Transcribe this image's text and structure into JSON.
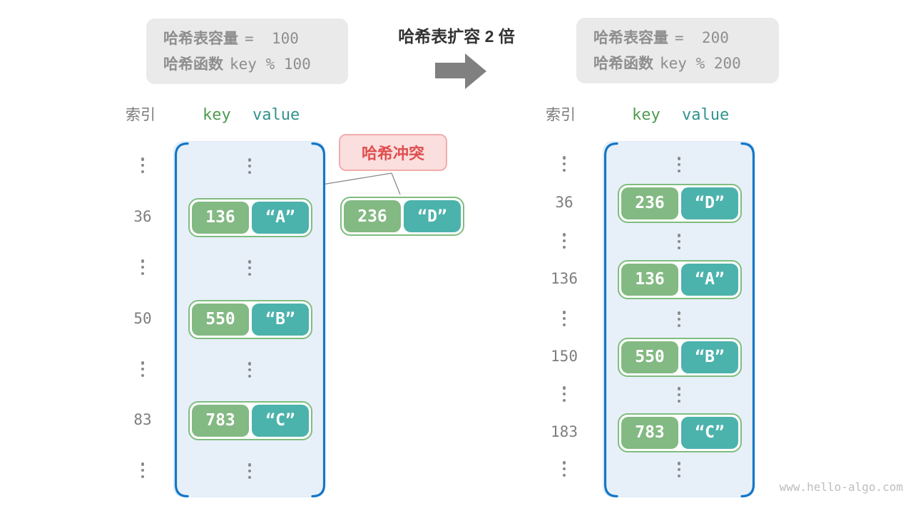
{
  "title": "哈希表扩容 2 倍",
  "watermark": "www.hello-algo.com",
  "info_left": {
    "capacity_label": "哈希表容量",
    "capacity_value": "=  100",
    "hash_fn_label": "哈希函数",
    "hash_fn_value": "key % 100"
  },
  "info_right": {
    "capacity_label": "哈希表容量",
    "capacity_value": "=  200",
    "hash_fn_label": "哈希函数",
    "hash_fn_value": "key % 200"
  },
  "collision_label": "哈希冲突",
  "collision_pair": {
    "key": "236",
    "value": "“D”"
  },
  "left_table": {
    "headers": {
      "index": "索引",
      "key": "key",
      "value": "value"
    },
    "rows": [
      {
        "type": "ellipsis"
      },
      {
        "type": "pair",
        "index": "36",
        "key": "136",
        "value": "“A”"
      },
      {
        "type": "ellipsis"
      },
      {
        "type": "pair",
        "index": "50",
        "key": "550",
        "value": "“B”"
      },
      {
        "type": "ellipsis"
      },
      {
        "type": "pair",
        "index": "83",
        "key": "783",
        "value": "“C”"
      },
      {
        "type": "ellipsis"
      }
    ]
  },
  "right_table": {
    "headers": {
      "index": "索引",
      "key": "key",
      "value": "value"
    },
    "rows": [
      {
        "type": "ellipsis"
      },
      {
        "type": "pair",
        "index": "36",
        "key": "236",
        "value": "“D”"
      },
      {
        "type": "ellipsis"
      },
      {
        "type": "pair",
        "index": "136",
        "key": "136",
        "value": "“A”"
      },
      {
        "type": "ellipsis"
      },
      {
        "type": "pair",
        "index": "150",
        "key": "550",
        "value": "“B”"
      },
      {
        "type": "ellipsis"
      },
      {
        "type": "pair",
        "index": "183",
        "key": "783",
        "value": "“C”"
      },
      {
        "type": "ellipsis"
      }
    ]
  },
  "colors": {
    "table_fill": "#E7F0F9",
    "bracket_blue": "#1477C8",
    "key_green": "#83B983",
    "value_teal": "#4CB2AC",
    "pair_border_green": "#7FBD7F",
    "header_key_green": "#4E9B50",
    "header_value_teal": "#31928C",
    "collision_red": "#E04F4F",
    "collision_bg": "#FBDEDE",
    "info_box_bg": "#EAEAEA",
    "arrow_gray": "#808080"
  }
}
